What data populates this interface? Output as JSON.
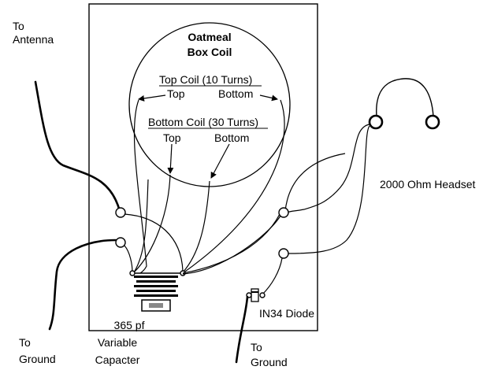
{
  "labels": {
    "to_antenna_line1": "To",
    "to_antenna_line2": "Antenna",
    "coil_title_line1": "Oatmeal",
    "coil_title_line2": "Box Coil",
    "top_coil_heading": "Top Coil (10 Turns)",
    "top_coil_top": "Top",
    "top_coil_bottom": "Bottom",
    "bottom_coil_heading": "Bottom Coil (30 Turns)",
    "bottom_coil_top": "Top",
    "bottom_coil_bottom": "Bottom",
    "headset": "2000 Ohm Headset",
    "diode": "IN34 Diode",
    "capacitor_line1": "365 pf",
    "capacitor_line2": "Variable",
    "capacitor_line3": "Capacter",
    "left_ground_line1": "To",
    "left_ground_line2": "Ground",
    "right_ground_line1": "To",
    "right_ground_line2": "Ground"
  },
  "colors": {
    "ink": "#000000",
    "paper": "#ffffff",
    "knob": "#888888"
  }
}
